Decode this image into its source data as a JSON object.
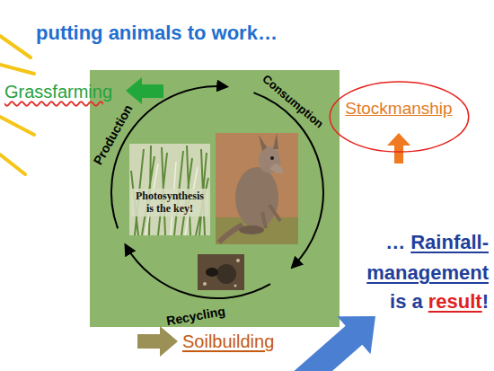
{
  "diagram": {
    "title": "putting animals to work…",
    "nodes": [
      {
        "text": [
          "Stockmanship"
        ]
      },
      {
        "text": [
          "Photosynthesis is the key!"
        ]
      }
    ],
    "labels": [
      "Grassfarming",
      "Production",
      "Consumption",
      "Recycling",
      "Soilbuilding",
      "…",
      "Rainfall-management",
      "is a",
      "result",
      "!"
    ]
  }
}
